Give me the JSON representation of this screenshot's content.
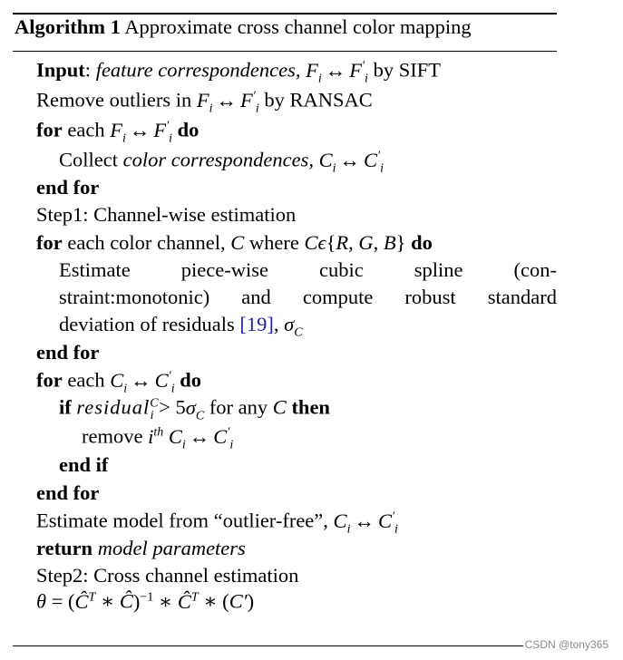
{
  "algorithm": {
    "label": "Algorithm 1",
    "title": "Approximate cross channel color mapping"
  },
  "keywords": {
    "input": "Input",
    "for": "for",
    "do": "do",
    "end_for": "end for",
    "if": "if",
    "then": "then",
    "end_if": "end if",
    "return": "return"
  },
  "lines": {
    "l1_rest": "feature correspondences,",
    "l1_tail": "by SIFT",
    "l2": "Remove outliers in",
    "l2_tail": "by RANSAC",
    "l3_each": "each",
    "l4": "Collect",
    "l4_em": "color correspondences,",
    "l6": "Step1: Channel-wise estimation",
    "l7_each": "each color channel,",
    "l7_where": "where",
    "l8_words": [
      "Estimate",
      "piece-wise",
      "cubic",
      "spline",
      "(con-"
    ],
    "l9_words": [
      "straint:monotonic)",
      "and",
      "compute",
      "robust",
      "standard"
    ],
    "l10": "deviation of residuals",
    "l10_cite": "[19]",
    "l11_each": "each",
    "l12_resid": "residual",
    "l12_rest": "for any",
    "l13": "remove",
    "l15": "Estimate model from “outlier-free”,",
    "l16_rest": "model parameters",
    "l17": "Step2: Cross channel estimation"
  },
  "watermark": "CSDN @tony365"
}
